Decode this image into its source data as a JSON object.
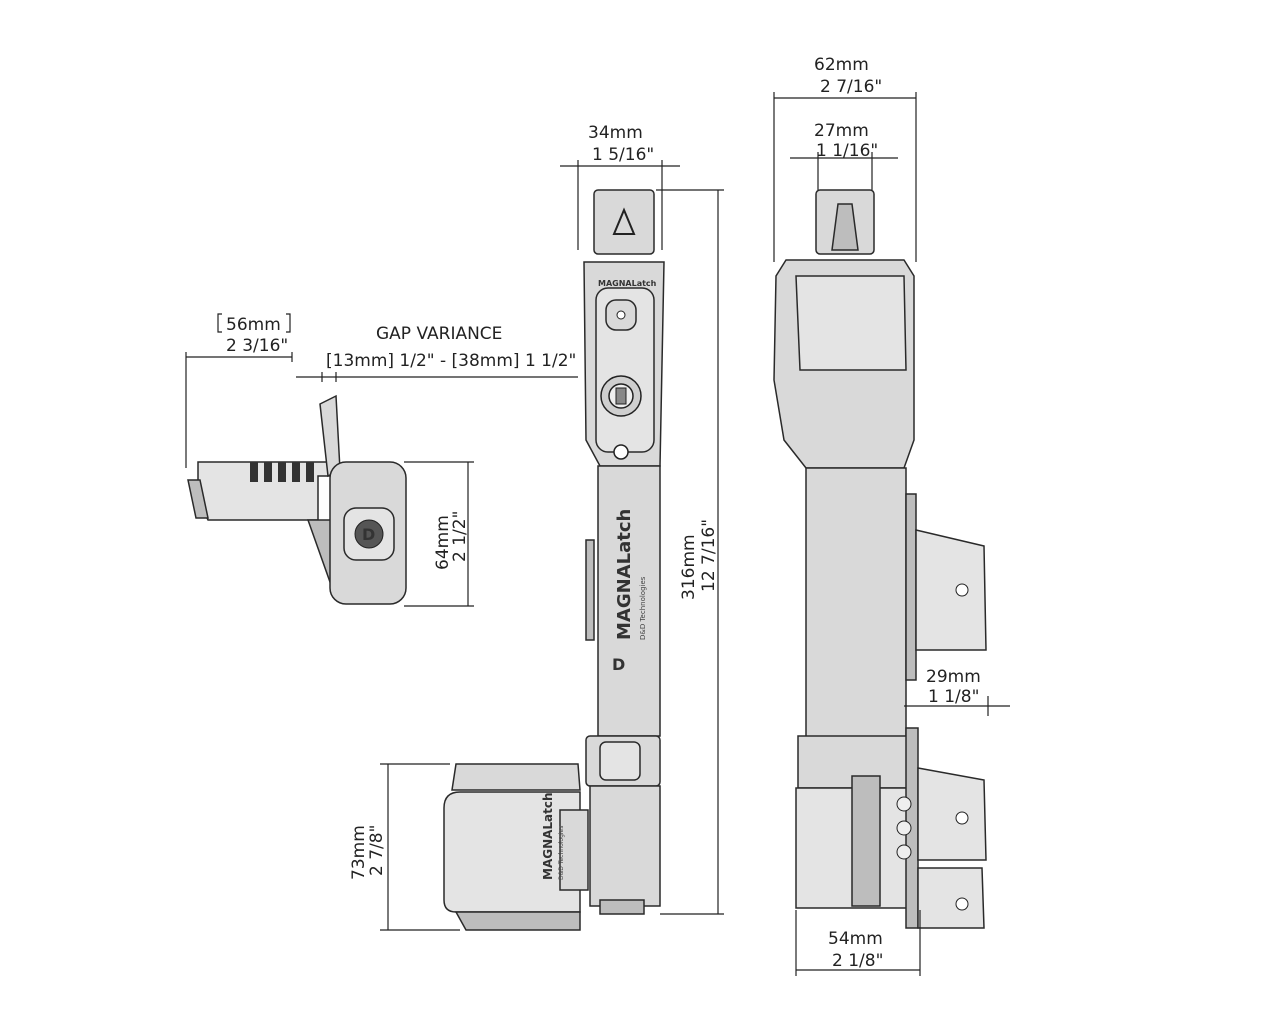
{
  "dimensions": {
    "width_top": {
      "mm": "62mm",
      "in": "2 7/16\""
    },
    "width_knob_side": {
      "mm": "27mm",
      "in": "1 1/16\""
    },
    "width_knob_front": {
      "mm": "34mm",
      "in": "1 5/16\""
    },
    "height_overall": {
      "mm": "316mm",
      "in": "12 7/16\""
    },
    "top_depth": {
      "mm": "56mm",
      "in": "2 3/16\""
    },
    "gap_variance": {
      "label": "GAP VARIANCE",
      "range": "[13mm] 1/2\" - [38mm] 1 1/2\""
    },
    "top_height": {
      "mm": "64mm",
      "in": "2 1/2\""
    },
    "striker_offset": {
      "mm": "29mm",
      "in": "1 1/8\""
    },
    "striker_height": {
      "mm": "73mm",
      "in": "2 7/8\""
    },
    "bottom_width": {
      "mm": "54mm",
      "in": "2 1/8\""
    }
  },
  "brand": {
    "logo_text": "MAGNALatch",
    "tagline": "D&D Technologies"
  }
}
